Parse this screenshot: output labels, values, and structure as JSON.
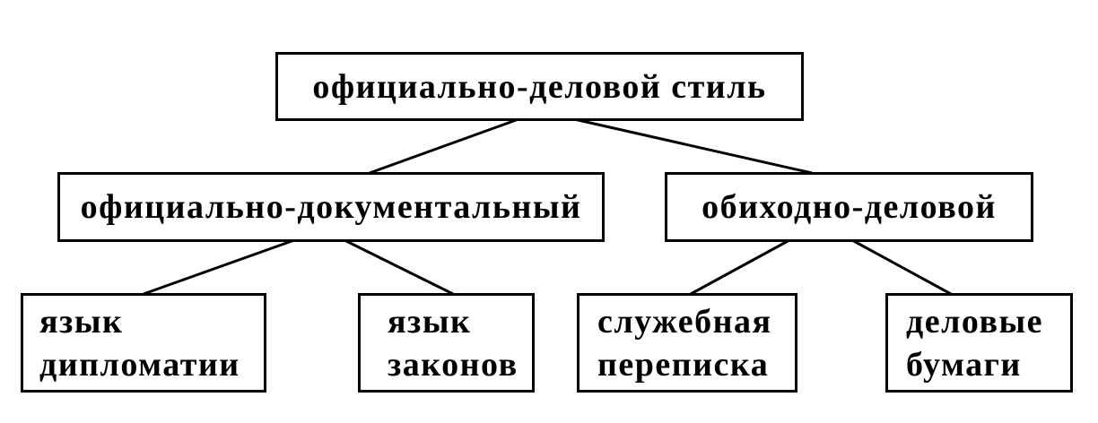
{
  "root": {
    "label": "официально-деловой стиль"
  },
  "branches": [
    {
      "label": "официально-документальный"
    },
    {
      "label": "обиходно-деловой"
    }
  ],
  "leaves": [
    {
      "line1": "язык",
      "line2": "дипломатии"
    },
    {
      "line1": "язык",
      "line2": "законов"
    },
    {
      "line1": "служебная",
      "line2": "переписка"
    },
    {
      "line1": "деловые",
      "line2": "бумаги"
    }
  ],
  "colors": {
    "stroke": "#000000",
    "background": "#ffffff"
  }
}
